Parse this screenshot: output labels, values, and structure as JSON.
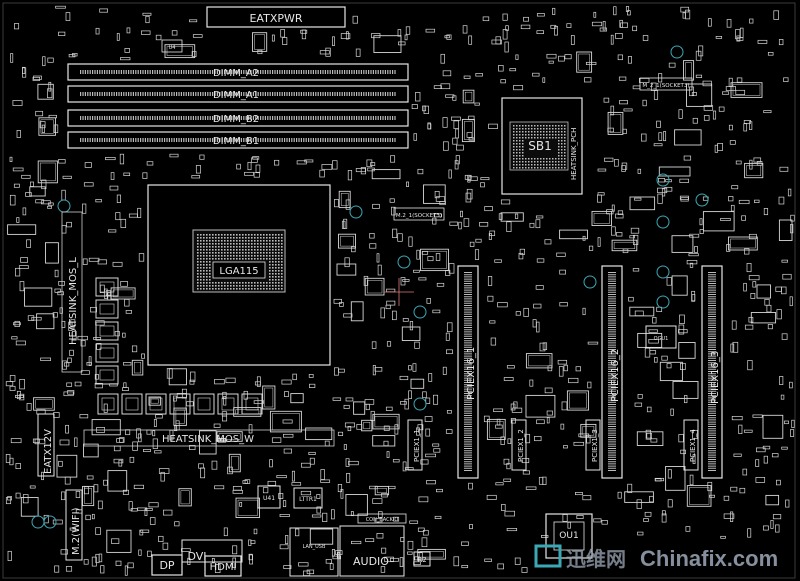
{
  "board": {
    "top_connectors": {
      "eatxpwr": "EATXPWR"
    },
    "memory_slots": [
      "DIMM_A2",
      "DIMM_A1",
      "DIMM_B2",
      "DIMM_B1"
    ],
    "cpu": {
      "socket_label": "LGA115",
      "heatsink_left": "HEATSINK_MOS_L",
      "heatsink_bottom": "HEATSINK_MOS_W",
      "power_label": "EATX12V"
    },
    "chipset": {
      "label": "SB1",
      "heatsink": "HEATSINK_PCH"
    },
    "pcie_slots": [
      "PCIEX16_1",
      "PCIEX16_2",
      "PCIEX16_3"
    ],
    "pcie_x1_slots": [
      "PCIEX1_1",
      "PCIEX1_2",
      "PCIEX1_3",
      "PCIEX1_4"
    ],
    "m2": {
      "wifi": "M.2(WIFI)",
      "top_label": "M.2_1(SOCKET3)",
      "right_label": "M_2_1(SOCKET3)"
    },
    "rear_io": {
      "dp": "DP",
      "dvi": "DVI",
      "hdmi": "HDMI",
      "audio": "AUDIO",
      "lan": "LAN_USB",
      "usb_back": "CON_BACKIO"
    },
    "misc": {
      "ou1": "OU1",
      "lttr1": "LTTR1",
      "r2": "R2",
      "u41": "U41",
      "ogu1": "OGU1",
      "ic_small": "U4"
    },
    "watermark": "Chinafix.com",
    "watermark_prefix": "迅维网"
  },
  "colors": {
    "background": "#000000",
    "silkscreen": "#e6e6e6",
    "accent": "#3ca8b4",
    "watermark": "#9ea8b8"
  }
}
